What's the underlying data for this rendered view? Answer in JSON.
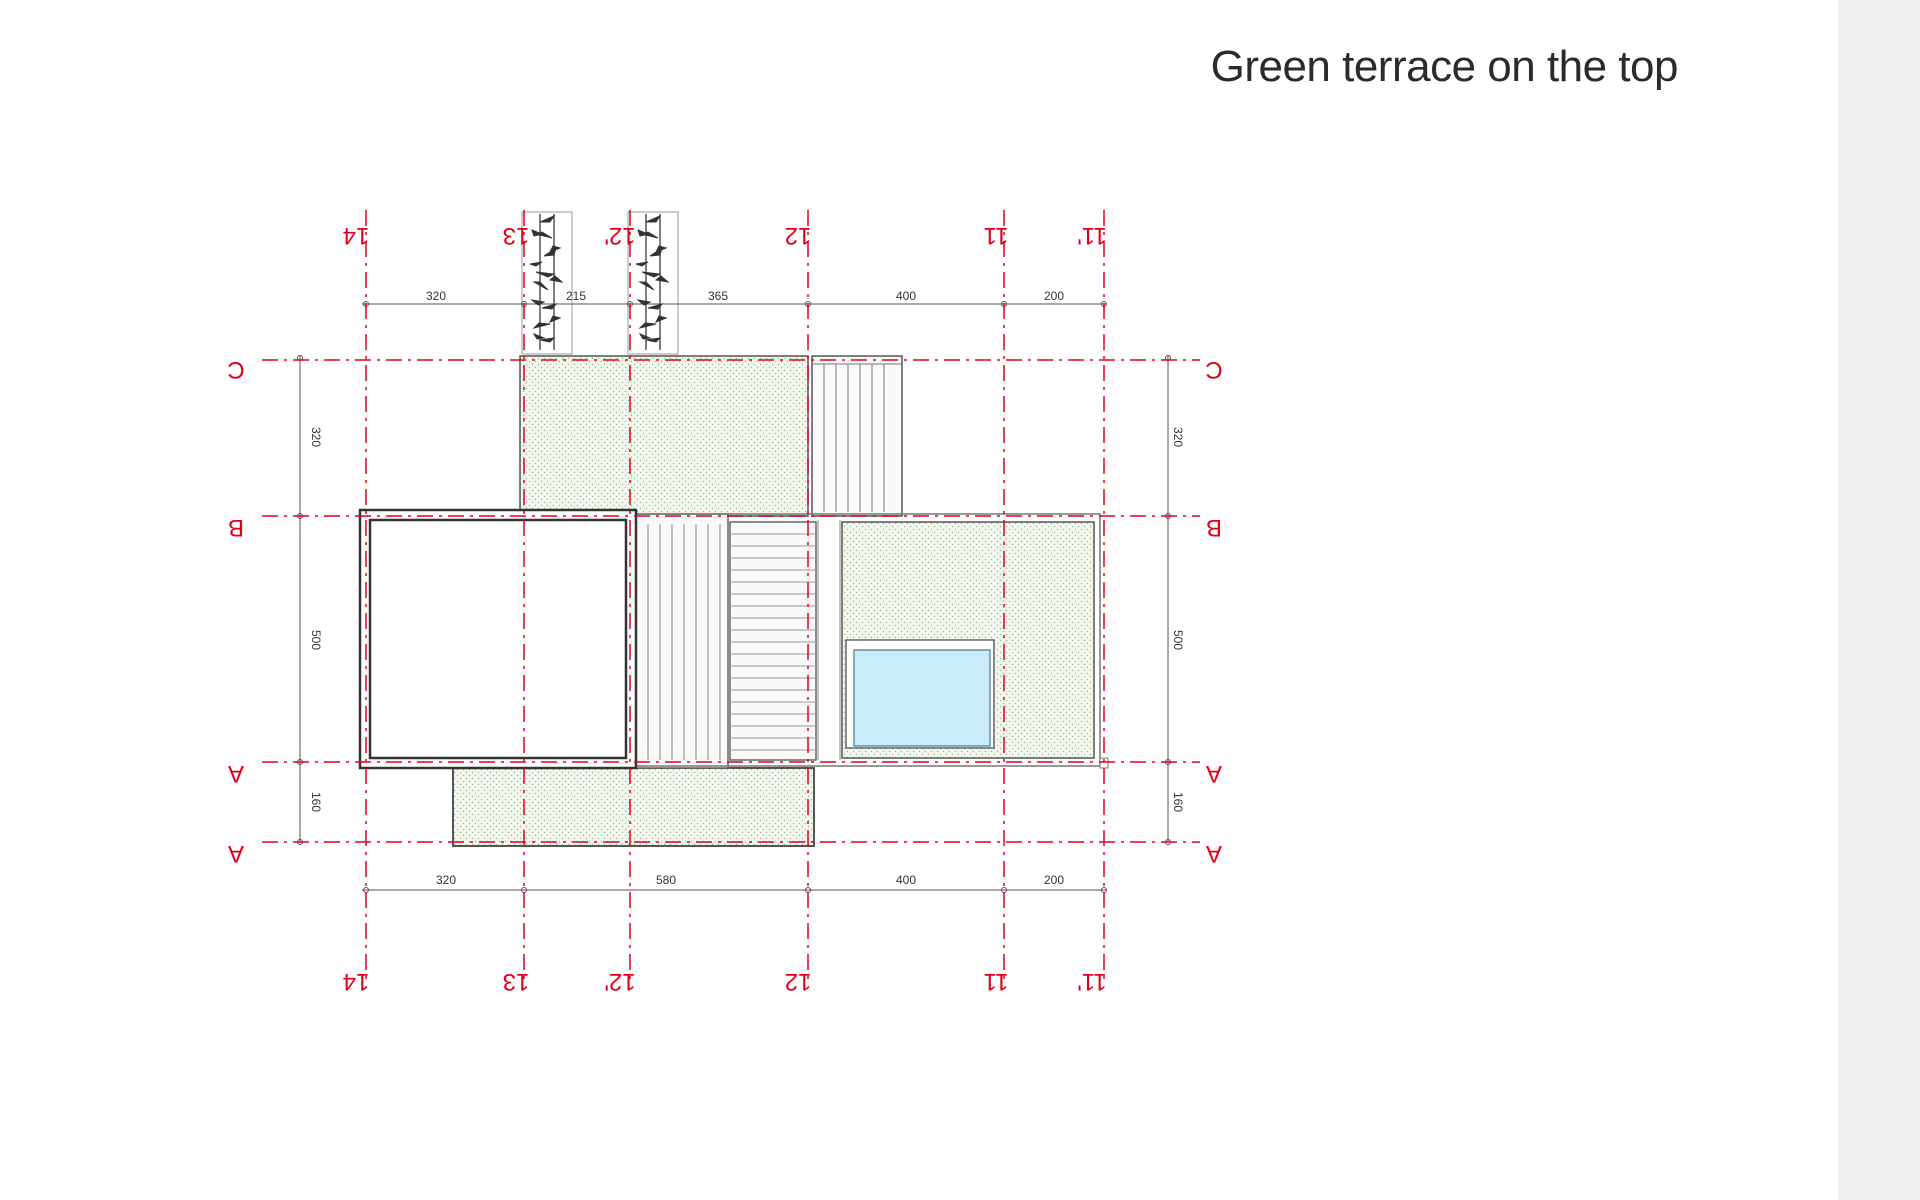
{
  "title": "Green terrace on the top",
  "colors": {
    "grid_line": "#e0001b",
    "wall": "#444444",
    "pool_fill": "#c9ecfb",
    "pool_stroke": "#6a8fa8",
    "green_fill": "#eef3ea",
    "side_panel": "#f0f0f0"
  },
  "plan": {
    "column_axes": [
      {
        "id": "col-14",
        "label": "14"
      },
      {
        "id": "col-13",
        "label": "13"
      },
      {
        "id": "col-12p",
        "label": "12'"
      },
      {
        "id": "col-12",
        "label": "12"
      },
      {
        "id": "col-11",
        "label": "11"
      },
      {
        "id": "col-11p",
        "label": "11'"
      }
    ],
    "row_axes": [
      {
        "id": "row-c",
        "label": "C"
      },
      {
        "id": "row-b",
        "label": "B"
      },
      {
        "id": "row-a",
        "label": "A"
      },
      {
        "id": "row-a2",
        "label": "A"
      }
    ],
    "top_dimensions": [
      "320",
      "215",
      "365",
      "400",
      "200"
    ],
    "bottom_dimensions": [
      "320",
      "580",
      "400",
      "200"
    ],
    "left_dimensions": [
      "320",
      "500",
      "160"
    ],
    "right_dimensions": [
      "320",
      "500",
      "160"
    ]
  },
  "icons": {
    "plant": "bamboo-plant-icon"
  }
}
